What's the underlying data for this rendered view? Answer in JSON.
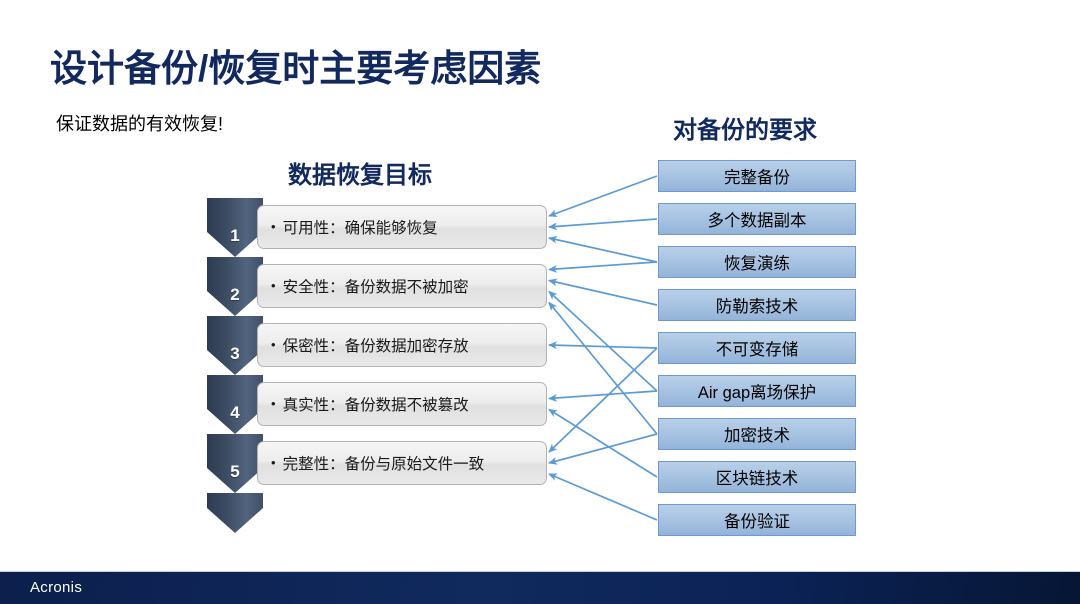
{
  "slide": {
    "title": "设计备份/恢复时主要考虑因素",
    "subtitle": "保证数据的有效恢复!",
    "title_color": "#12295e",
    "accent_color": "#12295e"
  },
  "left_panel": {
    "heading": "数据恢复目标",
    "items": [
      {
        "number": "1",
        "label": "可用性：确保能够恢复"
      },
      {
        "number": "2",
        "label": "安全性：备份数据不被加密"
      },
      {
        "number": "3",
        "label": "保密性：备份数据加密存放"
      },
      {
        "number": "4",
        "label": "真实性：备份数据不被篡改"
      },
      {
        "number": "5",
        "label": "完整性：备份与原始文件一致"
      }
    ]
  },
  "right_panel": {
    "heading": "对备份的要求",
    "box_color": "#a7c3e2",
    "box_border_color": "#6f9ad0",
    "items": [
      {
        "label": "完整备份"
      },
      {
        "label": "多个数据副本"
      },
      {
        "label": "恢复演练"
      },
      {
        "label": "防勒索技术"
      },
      {
        "label": "不可变存储"
      },
      {
        "label": "Air gap离场保护"
      },
      {
        "label": "加密技术"
      },
      {
        "label": "区块链技术"
      },
      {
        "label": "备份验证"
      }
    ]
  },
  "connections": {
    "arrow_color": "#5b9bd5",
    "pairs": [
      [
        0,
        0
      ],
      [
        1,
        0
      ],
      [
        2,
        0
      ],
      [
        2,
        1
      ],
      [
        3,
        1
      ],
      [
        5,
        1
      ],
      [
        6,
        1
      ],
      [
        4,
        2
      ],
      [
        5,
        3
      ],
      [
        7,
        3
      ],
      [
        4,
        4
      ],
      [
        6,
        4
      ],
      [
        8,
        4
      ]
    ]
  },
  "footer": {
    "logo": "Acronis",
    "bar_color": "#102a5e"
  }
}
